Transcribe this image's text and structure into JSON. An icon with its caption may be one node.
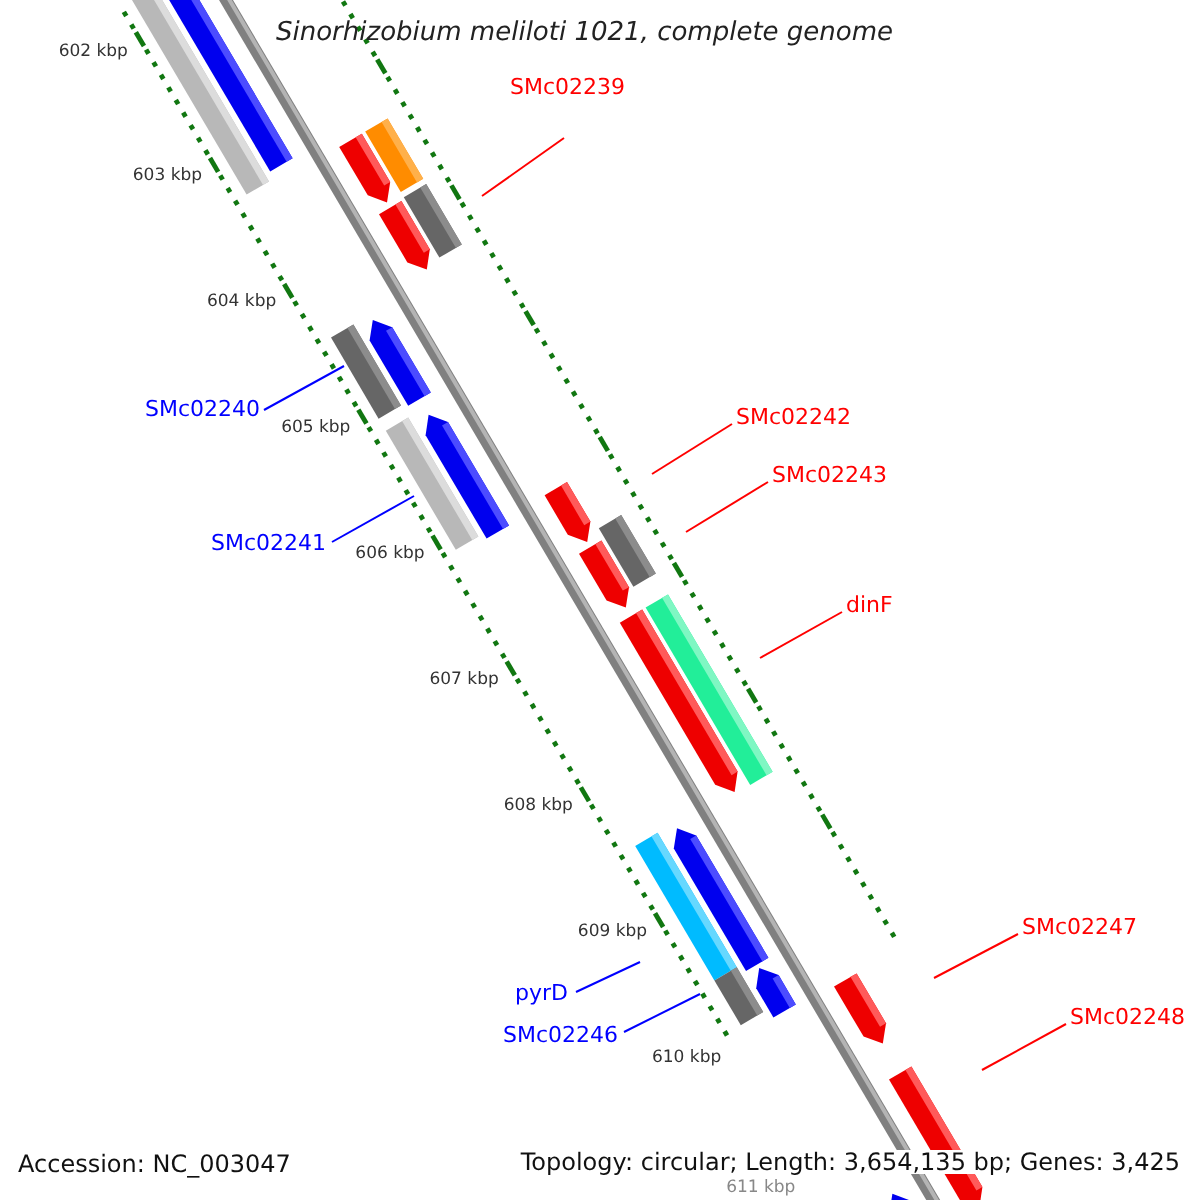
{
  "diagram": {
    "title": "Sinorhizobium meliloti 1021, complete genome",
    "nodes": [
      {
        "text": [
          "SMc02239"
        ]
      },
      {
        "text": [
          "SMc02240"
        ]
      },
      {
        "text": [
          "SMc02241"
        ]
      },
      {
        "text": [
          "SMc02242"
        ]
      },
      {
        "text": [
          "SMc02243"
        ]
      },
      {
        "text": [
          "dinF"
        ]
      },
      {
        "text": [
          "pyrD"
        ]
      },
      {
        "text": [
          "SMc02246"
        ]
      },
      {
        "text": [
          "SMc02247"
        ]
      },
      {
        "text": [
          "SMc02248"
        ]
      }
    ],
    "edges": [
      {
        "from": 0,
        "to": null,
        "arrow": "none"
      },
      {
        "from": 1,
        "to": null,
        "arrow": "none",
        "color": "#0000ff"
      },
      {
        "from": 2,
        "to": null,
        "arrow": "none",
        "color": "#0000ff"
      },
      {
        "from": 3,
        "to": null,
        "arrow": "none"
      },
      {
        "from": 4,
        "to": null,
        "arrow": "none"
      },
      {
        "from": 5,
        "to": null,
        "arrow": "none"
      },
      {
        "from": 6,
        "to": null,
        "arrow": "none",
        "color": "#0000ff"
      },
      {
        "from": 7,
        "to": null,
        "arrow": "none",
        "color": "#0000ff"
      },
      {
        "from": 8,
        "to": null,
        "arrow": "none"
      },
      {
        "from": 9,
        "to": null,
        "arrow": "none"
      }
    ],
    "labels": [
      "602 kbp",
      "603 kbp",
      "604 kbp",
      "605 kbp",
      "606 kbp",
      "607 kbp",
      "608 kbp",
      "609 kbp",
      "610 kbp",
      "611 kbp",
      "Accession: NC_003047",
      "Topology: circular; Length: 3,654,135 bp; Genes: 3,425"
    ]
  }
}
